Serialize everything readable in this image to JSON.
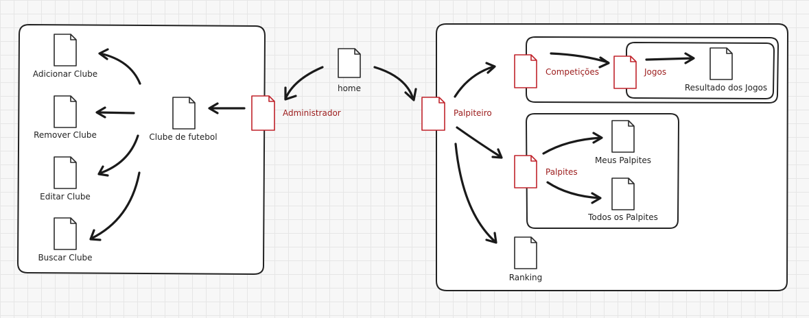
{
  "nodes": {
    "home": {
      "label": "home",
      "color": "#1a1a1a"
    },
    "administrador": {
      "label": "Administrador",
      "color": "#9b1b1b"
    },
    "clube_de_futebol": {
      "label": "Clube de futebol",
      "color": "#1a1a1a"
    },
    "adicionar_clube": {
      "label": "Adicionar Clube",
      "color": "#1a1a1a"
    },
    "remover_clube": {
      "label": "Remover Clube",
      "color": "#1a1a1a"
    },
    "editar_clube": {
      "label": "Editar Clube",
      "color": "#1a1a1a"
    },
    "buscar_clube": {
      "label": "Buscar Clube",
      "color": "#1a1a1a"
    },
    "palpiteiro": {
      "label": "Palpiteiro",
      "color": "#9b1b1b"
    },
    "competicoes": {
      "label": "Competições",
      "color": "#9b1b1b"
    },
    "jogos": {
      "label": "Jogos",
      "color": "#9b1b1b"
    },
    "resultado_dos_jogos": {
      "label": "Resultado dos Jogos",
      "color": "#1a1a1a"
    },
    "palpites": {
      "label": "Palpites",
      "color": "#9b1b1b"
    },
    "meus_palpites": {
      "label": "Meus Palpites",
      "color": "#1a1a1a"
    },
    "todos_os_palpites": {
      "label": "Todos os Palpites",
      "color": "#1a1a1a"
    },
    "ranking": {
      "label": "Ranking",
      "color": "#1a1a1a"
    }
  },
  "edges": [
    {
      "from": "home",
      "to": "administrador"
    },
    {
      "from": "home",
      "to": "palpiteiro"
    },
    {
      "from": "administrador",
      "to": "clube_de_futebol"
    },
    {
      "from": "clube_de_futebol",
      "to": "adicionar_clube"
    },
    {
      "from": "clube_de_futebol",
      "to": "remover_clube"
    },
    {
      "from": "clube_de_futebol",
      "to": "editar_clube"
    },
    {
      "from": "clube_de_futebol",
      "to": "buscar_clube"
    },
    {
      "from": "palpiteiro",
      "to": "competicoes"
    },
    {
      "from": "palpiteiro",
      "to": "palpites"
    },
    {
      "from": "palpiteiro",
      "to": "ranking"
    },
    {
      "from": "competicoes",
      "to": "jogos"
    },
    {
      "from": "jogos",
      "to": "resultado_dos_jogos"
    },
    {
      "from": "palpites",
      "to": "meus_palpites"
    },
    {
      "from": "palpites",
      "to": "todos_os_palpites"
    }
  ]
}
